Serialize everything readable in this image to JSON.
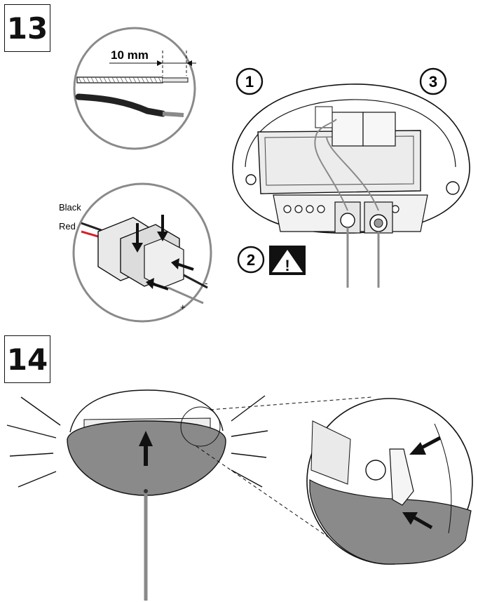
{
  "steps": {
    "step1_number": "13",
    "step2_number": "14"
  },
  "detail_strip": {
    "measure_label": "10 mm"
  },
  "connector_detail": {
    "wire_black_label": "Black",
    "wire_red_label": "Red",
    "minus_label": "-",
    "plus_label": "+"
  },
  "callouts": {
    "one": "1",
    "two": "2",
    "three": "3"
  },
  "warning": {
    "symbol": "!"
  },
  "colors": {
    "line": "#111111",
    "shade": "#8a8a8a",
    "light_shade": "#d9d9d9",
    "red_wire": "#d2232a"
  }
}
